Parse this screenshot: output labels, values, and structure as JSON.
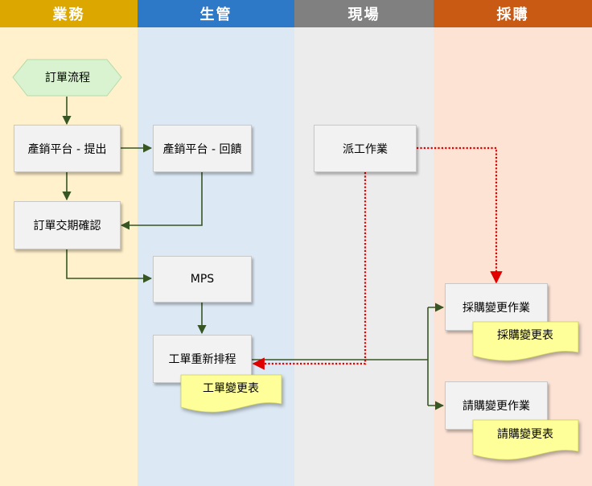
{
  "lanes": {
    "sales": {
      "label": "業務",
      "header_color": "#dca800",
      "body_color": "#fff1cc"
    },
    "production": {
      "label": "生管",
      "header_color": "#2e78c8",
      "body_color": "#dce9f5"
    },
    "site": {
      "label": "現場",
      "header_color": "#808080",
      "body_color": "#ececec"
    },
    "purchasing": {
      "label": "採購",
      "header_color": "#c85a14",
      "body_color": "#fde3d4"
    }
  },
  "nodes": {
    "order_flow": "訂單流程",
    "sales_submit": "產銷平台 - 提出",
    "production_reply": "產銷平台 - 回饋",
    "order_confirm": "訂單交期確認",
    "mps": "MPS",
    "dispatch": "派工作業",
    "reschedule": "工單重新排程",
    "purchase_change": "採購變更作業",
    "requisition_change": "請購變更作業"
  },
  "documents": {
    "work_order_change_form": "工單變更表",
    "purchase_change_form": "採購變更表",
    "requisition_change_form": "請購變更表"
  },
  "colors": {
    "flow_arrow": "#375623",
    "dotted_arrow": "#e00000",
    "document_fill": "#ffff99",
    "terminator_fill": "#d9f2d0"
  }
}
